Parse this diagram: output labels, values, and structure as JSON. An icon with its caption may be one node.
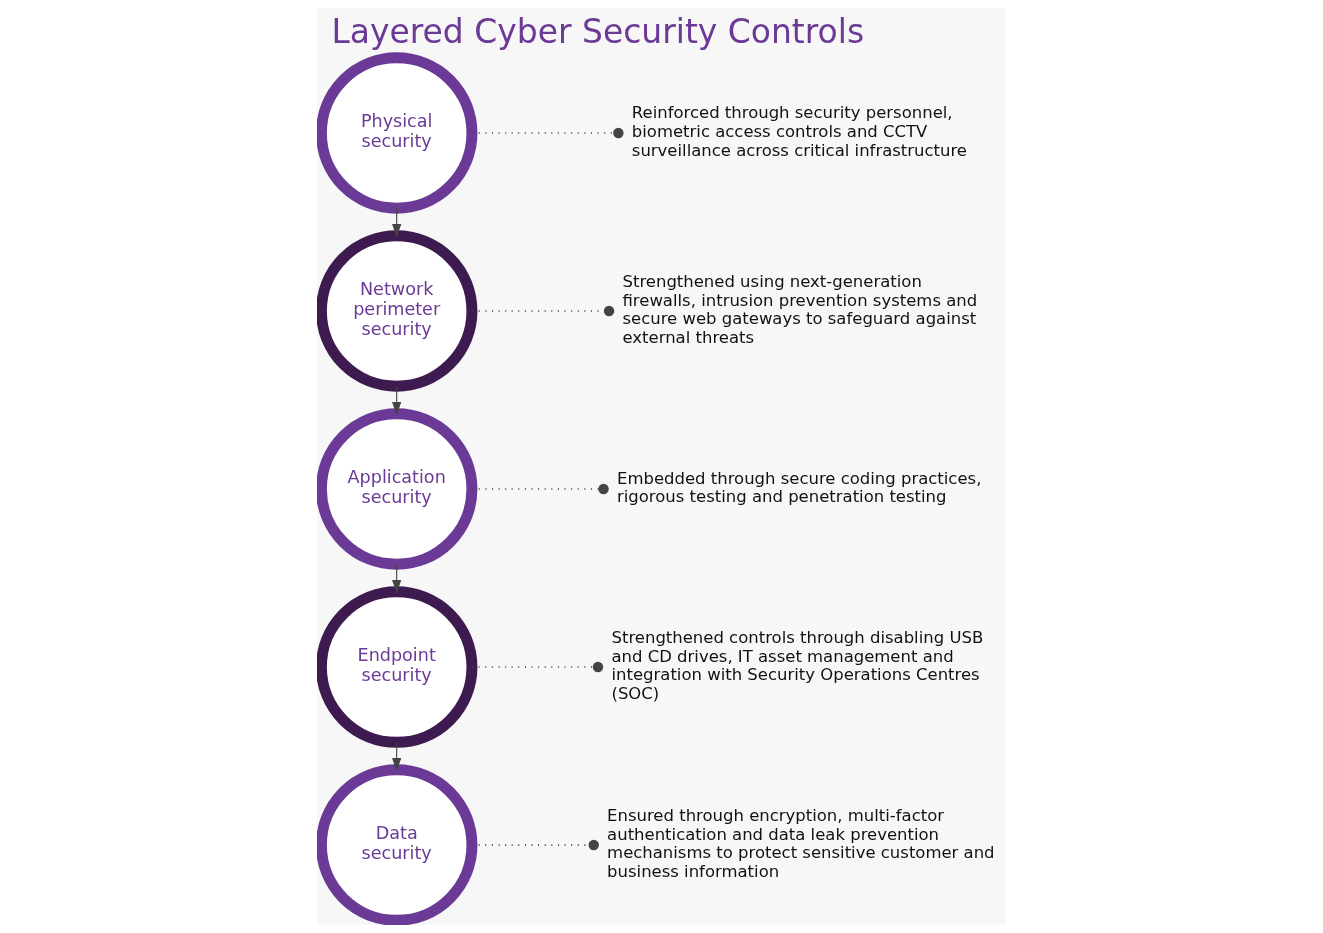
{
  "diagram": {
    "title": "Layered Cyber Security Controls",
    "nodes": [
      {
        "text": [
          "Physical security"
        ]
      },
      {
        "text": [
          "Network perimeter security"
        ]
      },
      {
        "text": [
          "Application security"
        ]
      },
      {
        "text": [
          "Endpoint security"
        ]
      },
      {
        "text": [
          "Data security"
        ]
      },
      {
        "text": [
          "Reinforced through security personnel, biometric access controls and CCTV surveillance across critical infrastructure"
        ]
      },
      {
        "text": [
          "Strengthened using next-generation firewalls, intrusion prevention systems and secure web gateways to safeguard against external threats"
        ]
      },
      {
        "text": [
          "Embedded through secure coding practices, rigorous testing and penetration testing"
        ]
      },
      {
        "text": [
          "Strengthened controls through disabling USB and CD drives, IT asset management and integration with Security Operations Centres (SOC)"
        ]
      },
      {
        "text": [
          "Ensured through encryption, multi-factor authentication and data leak prevention mechanisms to protect sensitive customer and business information"
        ]
      }
    ],
    "edges": [
      {
        "from": 0,
        "to": 1,
        "arrow": "to"
      },
      {
        "from": 1,
        "to": 2,
        "arrow": "to"
      },
      {
        "from": 2,
        "to": 3,
        "arrow": "to"
      },
      {
        "from": 3,
        "to": 4,
        "arrow": "to"
      },
      {
        "from": 0,
        "to": 5,
        "arrow": "other",
        "style": "dashed"
      },
      {
        "from": 1,
        "to": 6,
        "arrow": "other",
        "style": "dashed"
      },
      {
        "from": 2,
        "to": 7,
        "arrow": "other",
        "style": "dashed"
      },
      {
        "from": 3,
        "to": 8,
        "arrow": "other",
        "style": "dashed"
      },
      {
        "from": 4,
        "to": 9,
        "arrow": "other",
        "style": "dashed"
      }
    ]
  }
}
